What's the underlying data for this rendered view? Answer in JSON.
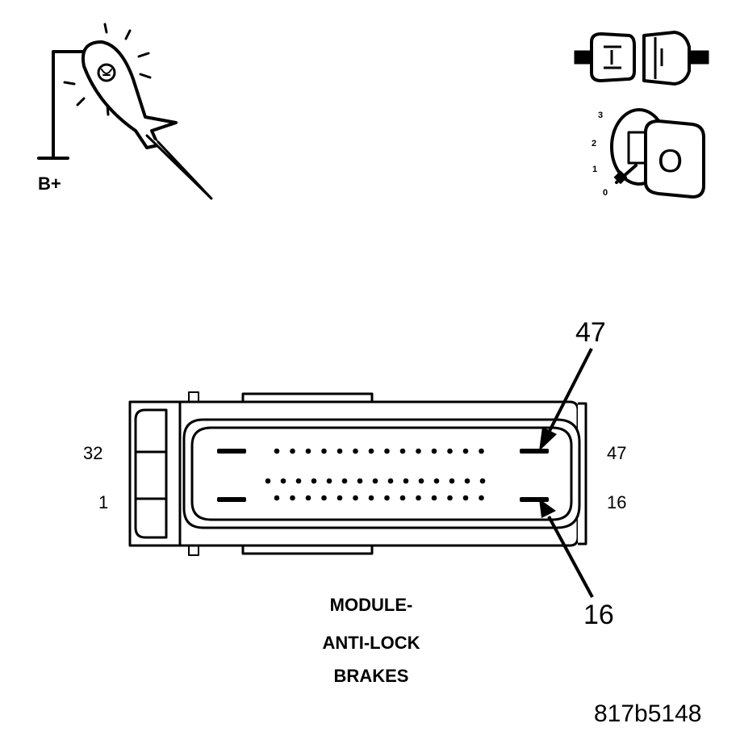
{
  "symbols": {
    "test_light": {
      "icon": "test-light-probe-icon",
      "label": "B+"
    },
    "connector_disconnect": {
      "icon": "connector-disconnect-icon"
    },
    "ignition_key": {
      "icon": "ignition-key-icon",
      "positions": [
        "3",
        "2",
        "1",
        "0"
      ],
      "key_label": "O"
    }
  },
  "connector": {
    "left_pins": {
      "top": "32",
      "bottom": "1"
    },
    "right_pins": {
      "top": "47",
      "bottom": "16"
    },
    "callouts": {
      "top": "47",
      "bottom": "16"
    }
  },
  "caption": {
    "line1": "MODULE-",
    "line2": "ANTI-LOCK",
    "line3": "BRAKES"
  },
  "figure_id": "817b5148"
}
